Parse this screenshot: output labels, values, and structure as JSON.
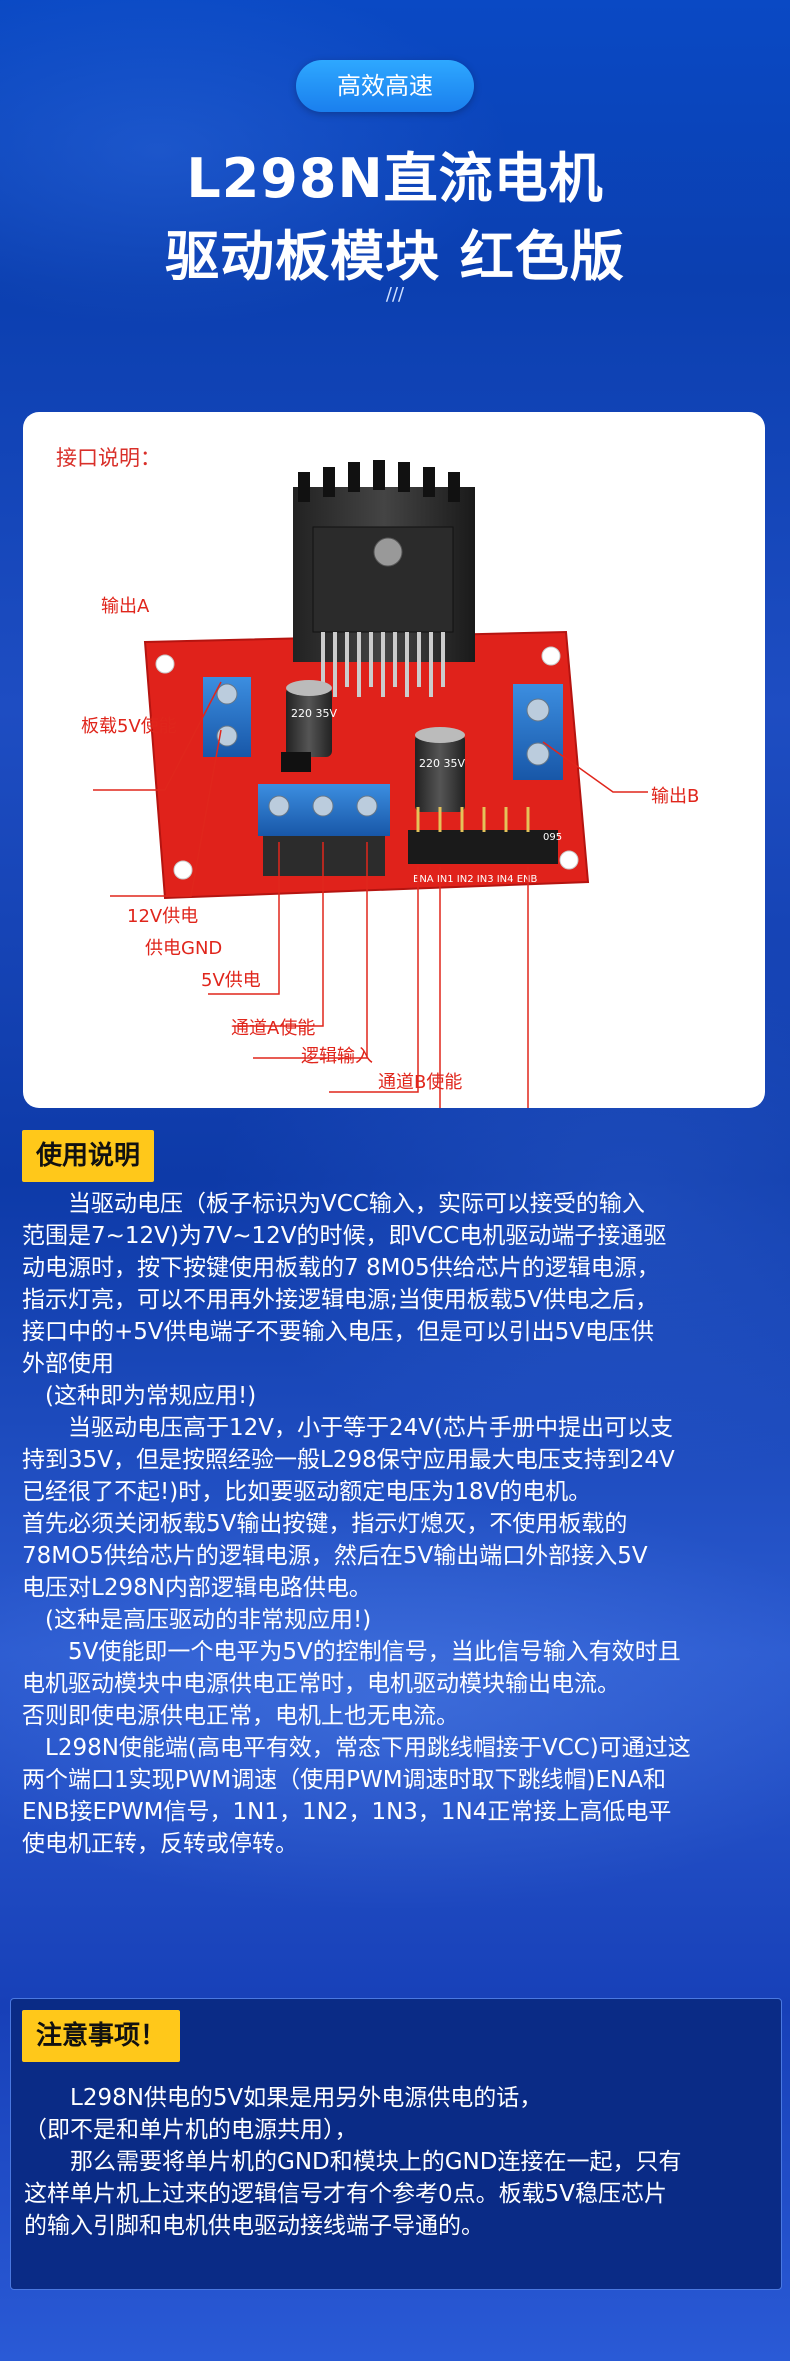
{
  "header": {
    "badge": "高效高速",
    "title_line1": "L298N直流电机",
    "title_line2": "驱动板模块 红色版",
    "decor": "///"
  },
  "diagram": {
    "title": "接口说明：",
    "labels": {
      "out_a": "输出A",
      "onboard_5v_enable": "板载5V使能",
      "out_b": "输出B",
      "supply_12v": "12V供电",
      "supply_gnd": "供电GND",
      "supply_5v": "5V供电",
      "channel_a_enable": "通道A使能",
      "logic_input": "逻辑输入",
      "channel_b_enable": "通道B使能"
    },
    "board_marks": {
      "cap1": "220 35V",
      "cap2": "220 35V",
      "pin_labels": "ENA IN1 IN2 IN3 IN4 ENB",
      "code": "095"
    },
    "colors": {
      "board": "#e0221b",
      "terminal": "#1f6fc0",
      "label": "#e0261c"
    }
  },
  "usage": {
    "tag": "使用说明",
    "lines": [
      "　　当驱动电压（板子标识为VCC输入，实际可以接受的输入",
      "范围是7~12V)为7V~12V的时候，即VCC电机驱动端子接通驱",
      "动电源时，按下按键使用板载的7 8M05供给芯片的逻辑电源，",
      "指示灯亮，可以不用再外接逻辑电源;当使用板载5V供电之后，",
      "接口中的+5V供电端子不要输入电压，但是可以引出5V电压供",
      "外部使用",
      "　(这种即为常规应用!)",
      "　　当驱动电压高于12V，小于等于24V(芯片手册中提出可以支",
      "持到35V，但是按照经验一般L298保守应用最大电压支持到24V",
      "已经很了不起!)时，比如要驱动额定电压为18V的电机。",
      "首先必须关闭板载5V输出按键，指示灯熄灭，不使用板载的",
      "78MO5供给芯片的逻辑电源，然后在5V输出端口外部接入5V",
      "电压对L298N内部逻辑电路供电。",
      "　(这种是高压驱动的非常规应用!)",
      "　　5V使能即一个电平为5V的控制信号，当此信号输入有效时且",
      "电机驱动模块中电源供电正常时，电机驱动模块输出电流。",
      "否则即使电源供电正常，电机上也无电流。",
      "　L298N使能端(高电平有效，常态下用跳线帽接于VCC)可通过这",
      "两个端口1实现PWM调速（使用PWM调速时取下跳线帽)ENA和",
      "ENB接EPWM信号，1N1，1N2，1N3，1N4正常接上高低电平",
      "使电机正转，反转或停转。"
    ]
  },
  "notice": {
    "tag": "注意事项！",
    "lines": [
      "　　L298N供电的5V如果是用另外电源供电的话，",
      "（即不是和单片机的电源共用），",
      "　　那么需要将单片机的GND和模块上的GND连接在一起，只有",
      "这样单片机上过来的逻辑信号才有个参考0点。板载5V稳压芯片",
      "的输入引脚和电机供电驱动接线端子导通的。"
    ]
  }
}
